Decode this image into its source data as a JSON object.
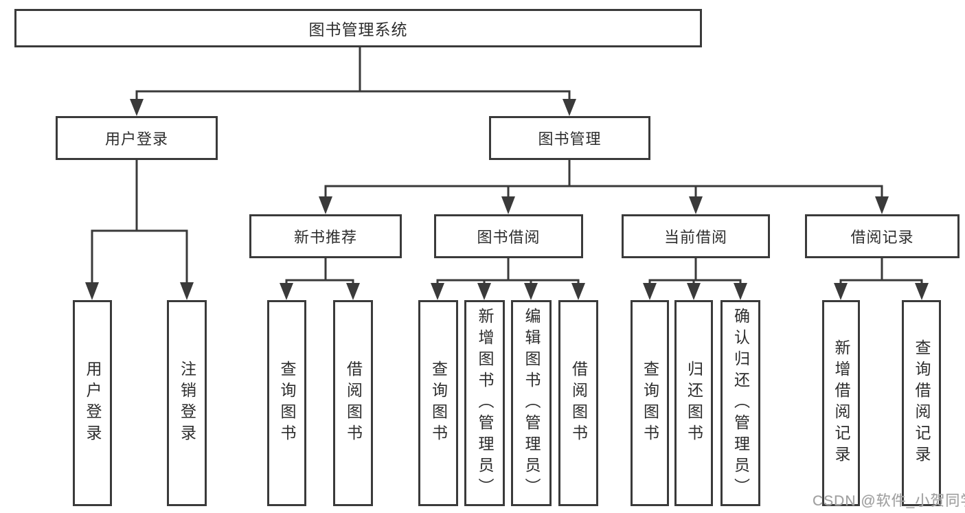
{
  "diagram": {
    "root": {
      "label": "图书管理系统"
    },
    "level2": [
      {
        "label": "用户登录"
      },
      {
        "label": "图书管理"
      }
    ],
    "level3": [
      {
        "label": "新书推荐"
      },
      {
        "label": "图书借阅"
      },
      {
        "label": "当前借阅"
      },
      {
        "label": "借阅记录"
      }
    ],
    "leaves": [
      {
        "label": "用户登录"
      },
      {
        "label": "注销登录"
      },
      {
        "label": "查询图书"
      },
      {
        "label": "借阅图书"
      },
      {
        "label": "查询图书"
      },
      {
        "label": "新增图书（管理员）"
      },
      {
        "label": "编辑图书（管理员）"
      },
      {
        "label": "借阅图书"
      },
      {
        "label": "查询图书"
      },
      {
        "label": "归还图书"
      },
      {
        "label": "确认归还（管理员）"
      },
      {
        "label": "新增借阅记录"
      },
      {
        "label": "查询借阅记录"
      }
    ]
  },
  "watermark": {
    "text": "CSDN @软件_小贺同学"
  },
  "colors": {
    "line": "#3a3a3a",
    "box_border": "#3a3a3a",
    "text": "#2d2d2d",
    "watermark": "#9f9f9f",
    "background": "#ffffff"
  }
}
